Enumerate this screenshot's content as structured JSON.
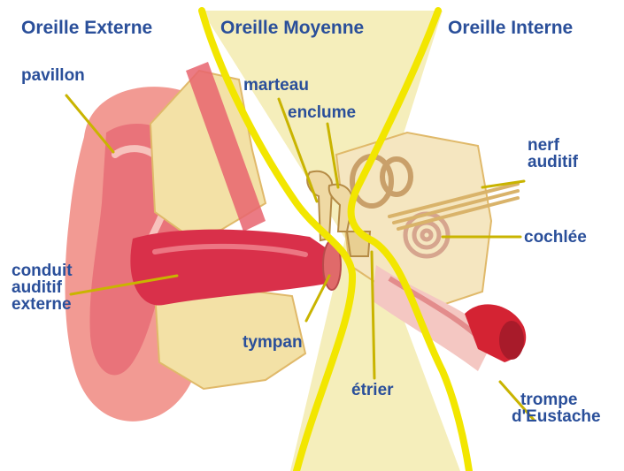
{
  "sections": {
    "external": "Oreille Externe",
    "middle": "Oreille Moyenne",
    "internal": "Oreille Interne"
  },
  "labels": {
    "pavillon": "pavillon",
    "marteau": "marteau",
    "enclume": "enclume",
    "nerf": [
      "nerf",
      "auditif"
    ],
    "cochlee": "cochlée",
    "conduit": [
      "conduit",
      "auditif",
      "externe"
    ],
    "tympan": "tympan",
    "etrier": "étrier",
    "trompe": [
      "trompe",
      "d'Eustache"
    ]
  },
  "colors": {
    "label_text": "#2a4f9a",
    "divider": "#f2e600",
    "middle_zone": "#f5eebb",
    "skin": "#f08c8c",
    "canal": "#d9304a",
    "bone": "#f3e1a6",
    "tube": "#d42333"
  }
}
